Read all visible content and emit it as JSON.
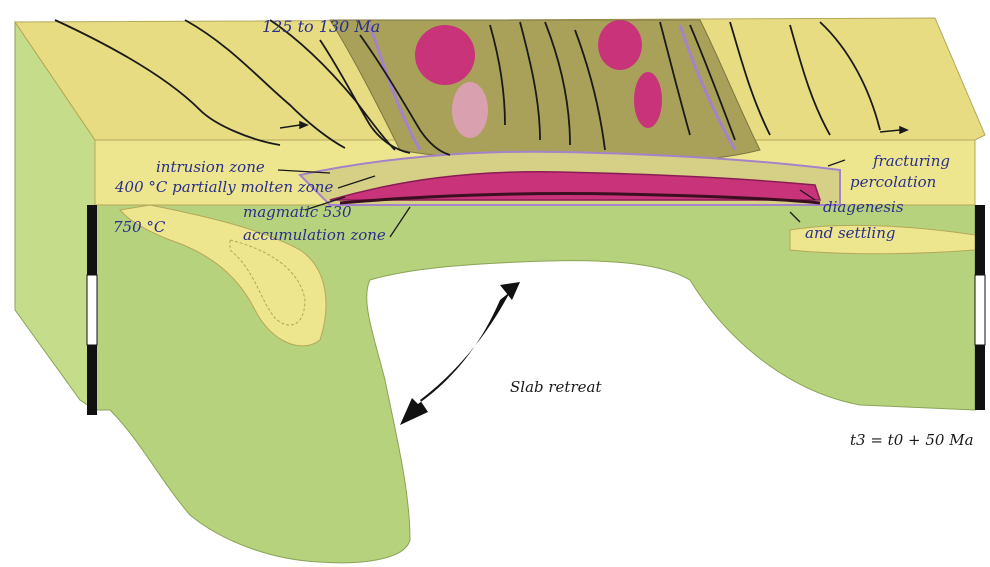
{
  "labels": {
    "top_age": "125 to 130 Ma",
    "intrusion_zone": "intrusion zone",
    "partially_molten": "400 °C partially molten zone",
    "magmatic_zone": "magmatic 530 / accumulation zone",
    "magmatic_line1": "magmatic 530",
    "magmatic_line2": "accumulation zone",
    "isotherm_750": "750 °C",
    "fracturing_line1": "fracturing",
    "fracturing_line2": "percolation",
    "diagenesis_line1": "diagenesis",
    "diagenesis_line2": "and settling",
    "slab": "Slab retreat",
    "time": "t3 = t0 + 50 Ma"
  },
  "colors": {
    "upper_crust": "#eee58f",
    "upper_crust_top": "#e8dc83",
    "mantle": "#b7d27c",
    "olive_band": "#a9a15a",
    "magma": "#c8337a",
    "magma_dark": "#8a1c55",
    "purple_outline": "#a583c8",
    "text_blue": "#2a2f8a"
  }
}
